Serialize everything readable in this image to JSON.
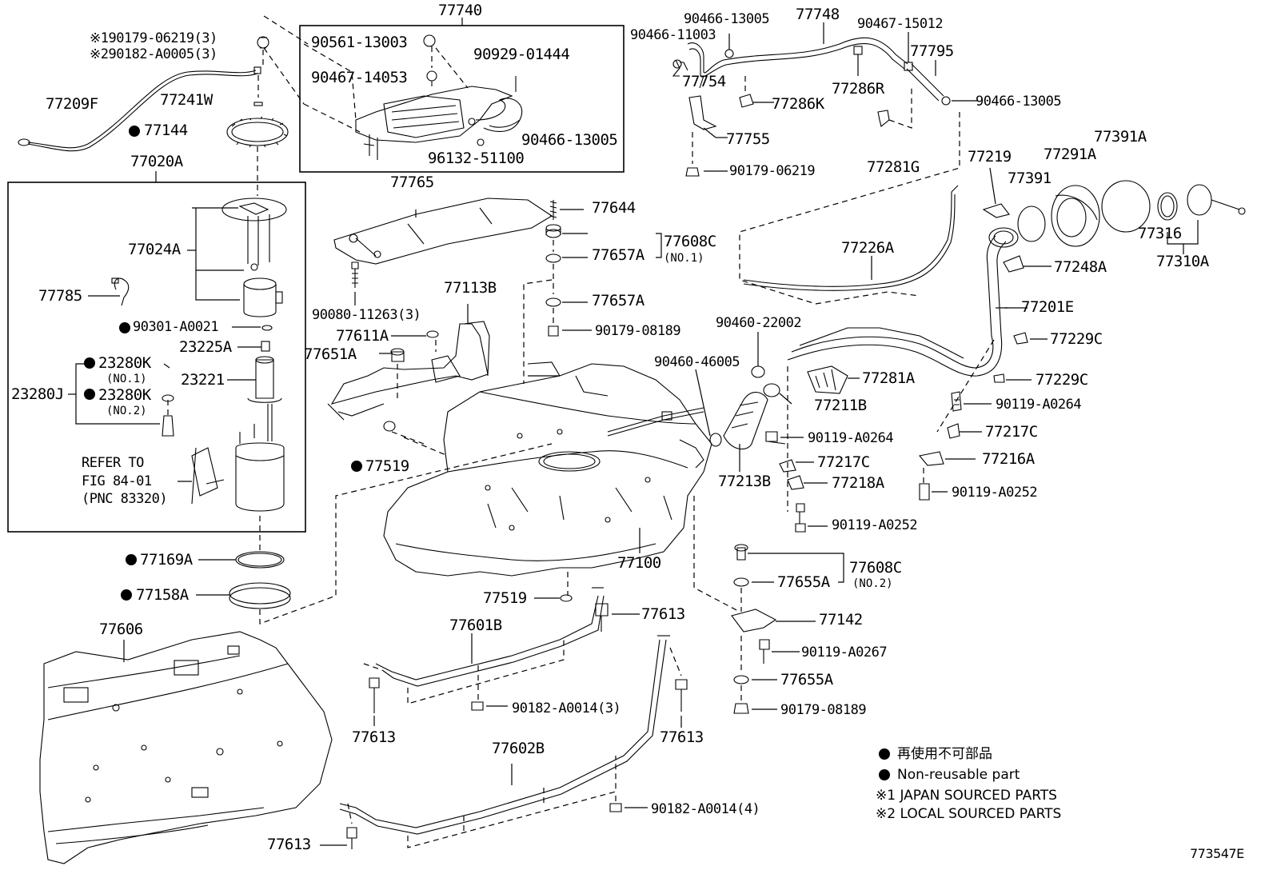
{
  "labels": [
    {
      "id": "l1",
      "text": "77740"
    },
    {
      "id": "l2",
      "text": "※190179-06219(3)"
    },
    {
      "id": "l3",
      "text": "※290182-A0005(3)"
    },
    {
      "id": "l4",
      "text": "90561-13003"
    },
    {
      "id": "l5",
      "text": "90467-14053"
    },
    {
      "id": "l6",
      "text": "90929-01444"
    },
    {
      "id": "l7",
      "text": "77209F"
    },
    {
      "id": "l8",
      "text": "77241W"
    },
    {
      "id": "l9",
      "text": "77144"
    },
    {
      "id": "l10",
      "text": "90466-13005"
    },
    {
      "id": "l11",
      "text": "96132-51100"
    },
    {
      "id": "l12",
      "text": "77020A"
    },
    {
      "id": "l13",
      "text": "77765"
    },
    {
      "id": "l14",
      "text": "77024A"
    },
    {
      "id": "l15",
      "text": "77785"
    },
    {
      "id": "l16",
      "text": "90301-A0021"
    },
    {
      "id": "l17",
      "text": "23225A"
    },
    {
      "id": "l18",
      "text": "23280K"
    },
    {
      "id": "l19",
      "text": "23221"
    },
    {
      "id": "l20",
      "text": "23280J"
    },
    {
      "id": "l21",
      "text": "23280K"
    },
    {
      "id": "l22",
      "text": "REFER TO"
    },
    {
      "id": "l23",
      "text": "FIG 84-01"
    },
    {
      "id": "l24",
      "text": "(PNC 83320)"
    },
    {
      "id": "l25",
      "text": "77169A"
    },
    {
      "id": "l26",
      "text": "77158A"
    },
    {
      "id": "l27",
      "text": "77606"
    },
    {
      "id": "l28",
      "text": "90080-11263(3)"
    },
    {
      "id": "l29",
      "text": "77113B"
    },
    {
      "id": "l30",
      "text": "77611A"
    },
    {
      "id": "l31",
      "text": "77651A"
    },
    {
      "id": "l32",
      "text": "77519"
    },
    {
      "id": "l33",
      "text": "77644"
    },
    {
      "id": "l34",
      "text": "77657A"
    },
    {
      "id": "l35",
      "text": "77608C"
    },
    {
      "id": "l36",
      "text": "77657A"
    },
    {
      "id": "l37",
      "text": "90179-08189"
    },
    {
      "id": "l38",
      "text": "90466-13005"
    },
    {
      "id": "l39",
      "text": "77748"
    },
    {
      "id": "l40",
      "text": "90467-15012"
    },
    {
      "id": "l41",
      "text": "90466-11003"
    },
    {
      "id": "l42",
      "text": "77795"
    },
    {
      "id": "l43",
      "text": "77754"
    },
    {
      "id": "l44",
      "text": "77286R"
    },
    {
      "id": "l45",
      "text": "77286K"
    },
    {
      "id": "l46",
      "text": "90466-13005"
    },
    {
      "id": "l47",
      "text": "77755"
    },
    {
      "id": "l48",
      "text": "77281G"
    },
    {
      "id": "l49",
      "text": "90179-06219"
    },
    {
      "id": "l50",
      "text": "77391A"
    },
    {
      "id": "l51",
      "text": "77219"
    },
    {
      "id": "l52",
      "text": "77291A"
    },
    {
      "id": "l53",
      "text": "77391"
    },
    {
      "id": "l54",
      "text": "77226A"
    },
    {
      "id": "l55",
      "text": "77316"
    },
    {
      "id": "l56",
      "text": "77310A"
    },
    {
      "id": "l57",
      "text": "77248A"
    },
    {
      "id": "l58",
      "text": "77201E"
    },
    {
      "id": "l59",
      "text": "90460-22002"
    },
    {
      "id": "l60",
      "text": "77229C"
    },
    {
      "id": "l61",
      "text": "90460-46005"
    },
    {
      "id": "l62",
      "text": "77281A"
    },
    {
      "id": "l63",
      "text": "77229C"
    },
    {
      "id": "l64",
      "text": "77211B"
    },
    {
      "id": "l65",
      "text": "90119-A0264"
    },
    {
      "id": "l66",
      "text": "90119-A0264"
    },
    {
      "id": "l67",
      "text": "77217C"
    },
    {
      "id": "l68",
      "text": "77217C"
    },
    {
      "id": "l69",
      "text": "77216A"
    },
    {
      "id": "l70",
      "text": "77213B"
    },
    {
      "id": "l71",
      "text": "77218A"
    },
    {
      "id": "l72",
      "text": "90119-A0252"
    },
    {
      "id": "l73",
      "text": "90119-A0252"
    },
    {
      "id": "l74",
      "text": "77100"
    },
    {
      "id": "l75",
      "text": "77608C"
    },
    {
      "id": "l76",
      "text": "77655A"
    },
    {
      "id": "l77",
      "text": "77519"
    },
    {
      "id": "l78",
      "text": "77613"
    },
    {
      "id": "l79",
      "text": "77601B"
    },
    {
      "id": "l80",
      "text": "77142"
    },
    {
      "id": "l81",
      "text": "90119-A0267"
    },
    {
      "id": "l82",
      "text": "77655A"
    },
    {
      "id": "l83",
      "text": "90182-A0014(3)"
    },
    {
      "id": "l84",
      "text": "90179-08189"
    },
    {
      "id": "l85",
      "text": "77613"
    },
    {
      "id": "l86",
      "text": "77613"
    },
    {
      "id": "l87",
      "text": "77602B"
    },
    {
      "id": "l88",
      "text": "90182-A0014(4)"
    },
    {
      "id": "l89",
      "text": "77613"
    },
    {
      "id": "l90",
      "text": "773547E"
    }
  ],
  "sublabels": [
    {
      "id": "s1",
      "text": "(NO.1)"
    },
    {
      "id": "s2",
      "text": "(NO.2)"
    },
    {
      "id": "s3",
      "text": "(NO.1)"
    },
    {
      "id": "s4",
      "text": "(NO.2)"
    }
  ],
  "legend": [
    {
      "text": "再使用不可部品"
    },
    {
      "text": "Non-reusable part"
    },
    {
      "text": "※1 JAPAN SOURCED PARTS"
    },
    {
      "text": "※2 LOCAL SOURCED PARTS"
    }
  ]
}
